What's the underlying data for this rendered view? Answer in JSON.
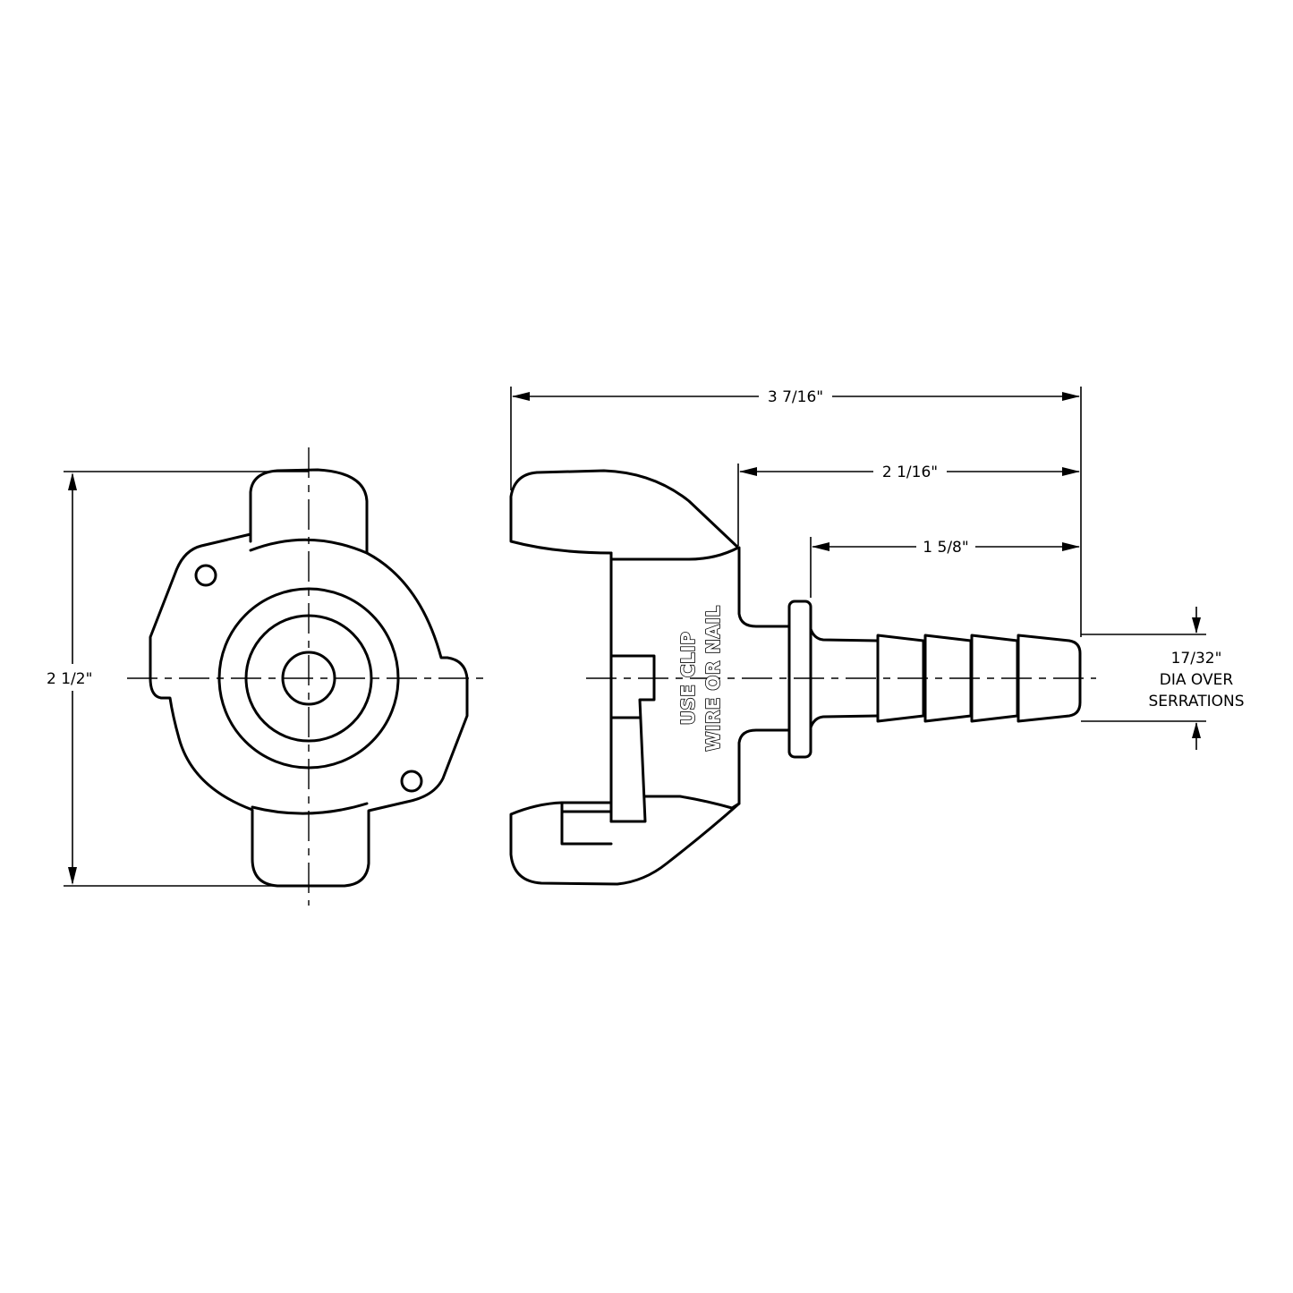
{
  "drawing": {
    "type": "technical-drawing",
    "subject": "hose coupling with barbed hose stem",
    "views": [
      "end-view",
      "side-view"
    ],
    "units": "inches"
  },
  "dimensions": {
    "overall_height": "2 1/2\"",
    "overall_length": "3 7/16\"",
    "length_from_body": "2 1/16\"",
    "stem_length": "1 5/8\"",
    "barb_diameter": {
      "line1": "17/32\"",
      "line2": "DIA OVER",
      "line3": "SERRATIONS"
    }
  },
  "labels": {
    "embossed_line1": "USE CLIP",
    "embossed_line2": "WIRE OR NAIL"
  },
  "colors": {
    "line": "#000000",
    "background": "#ffffff"
  }
}
